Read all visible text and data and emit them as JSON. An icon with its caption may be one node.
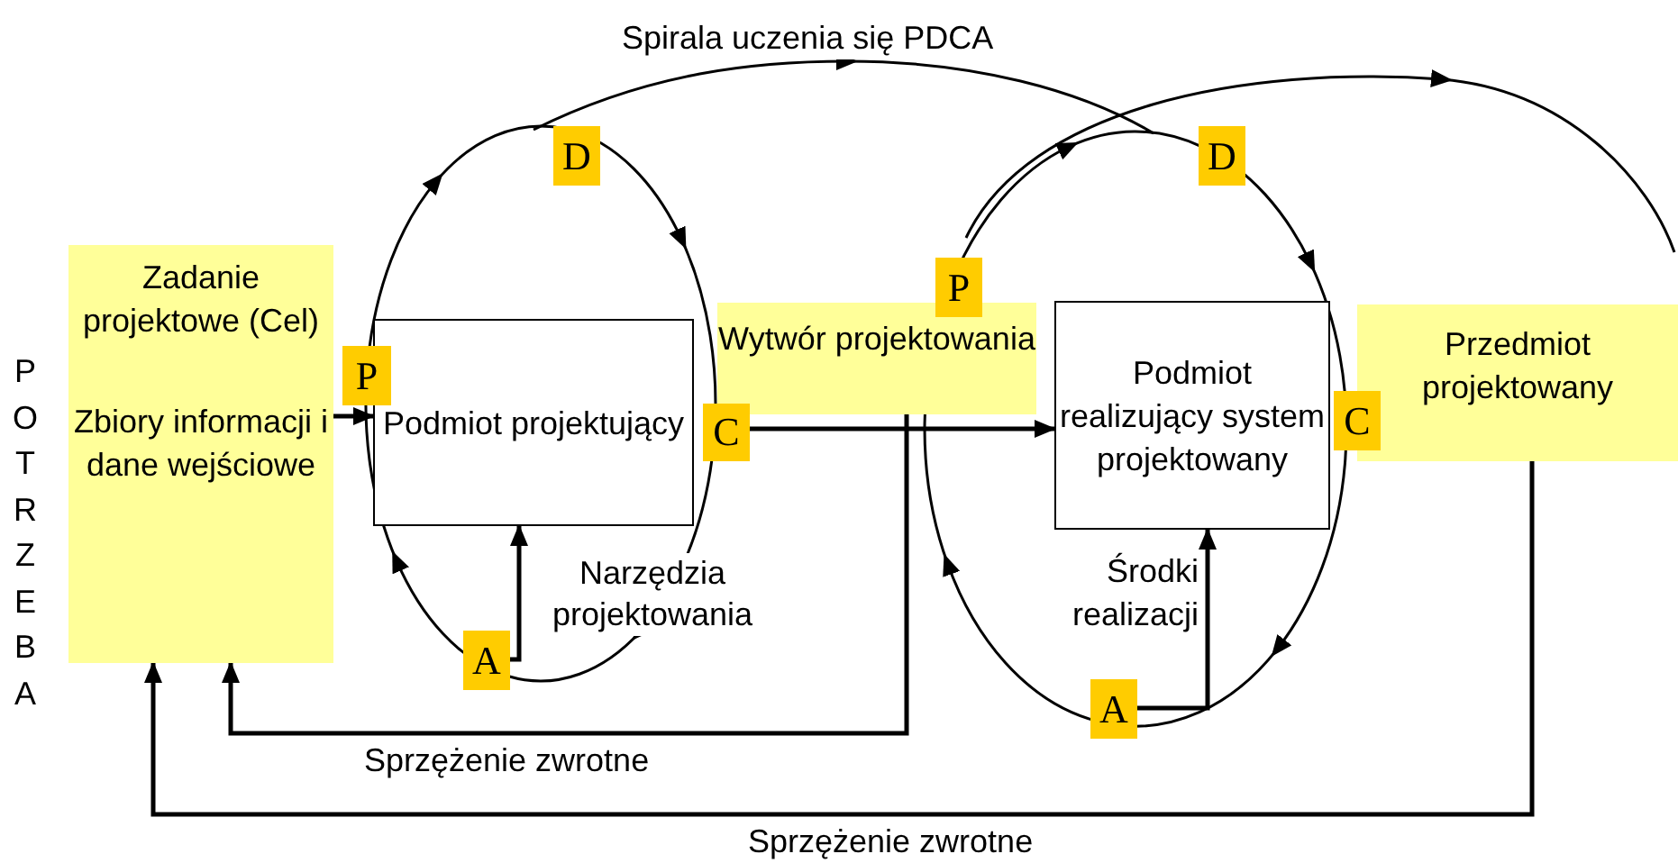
{
  "diagram": {
    "nodes": [
      {
        "text": [
          "Zadanie projektowe (Cel)",
          "Zbiory informacji i dane wejściowe"
        ]
      },
      {
        "text": [
          "Podmiot projektujący"
        ]
      },
      {
        "text": [
          "Wytwór projektowania"
        ]
      },
      {
        "text": [
          "Podmiot realizujący system projektowany"
        ]
      },
      {
        "text": [
          "Przedmiot projektowany"
        ]
      },
      {
        "text": [
          "P"
        ]
      },
      {
        "text": [
          "D"
        ]
      },
      {
        "text": [
          "C"
        ]
      },
      {
        "text": [
          "A"
        ]
      },
      {
        "text": [
          "P"
        ]
      },
      {
        "text": [
          "D"
        ]
      },
      {
        "text": [
          "C"
        ]
      },
      {
        "text": [
          "A"
        ]
      }
    ],
    "edges": [
      {
        "from": 0,
        "to": 1,
        "arrow": "to"
      },
      {
        "from": 7,
        "to": 3,
        "arrow": "to"
      },
      {
        "from": 2,
        "to": 0,
        "arrow": "to",
        "label": "Sprzężenie zwrotne"
      },
      {
        "from": 4,
        "to": 0,
        "arrow": "to",
        "label": "Sprzężenie zwrotne"
      },
      {
        "from": 8,
        "to": 1,
        "arrow": "to"
      },
      {
        "from": 12,
        "to": 3,
        "arrow": "to"
      }
    ],
    "labels": [
      "Spirala uczenia się PDCA",
      "POTRZEBA",
      "Narzędzia projektowania",
      "Środki realizacji"
    ]
  }
}
